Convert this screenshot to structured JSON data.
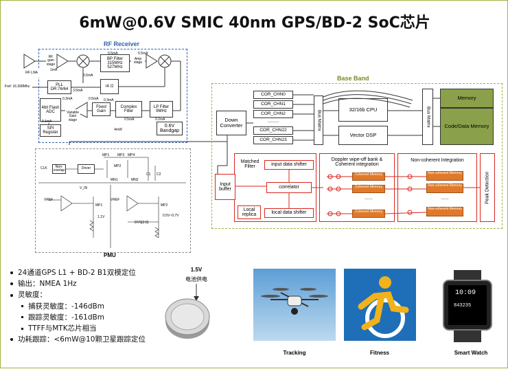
{
  "title": "6mW@0.6V SMIC 40nm GPS/BD-2 SoC芯片",
  "rf": {
    "label": "RF Receiver",
    "lna": "RF LNA",
    "rf_gain": "RF gain stage",
    "bp_filter": "BP Filter 315MHz 527MHz",
    "amp": "Amp stage",
    "pll": "PLL DR:76/64",
    "div": "/4 /2",
    "fref": "Fref: 16.368Mhz",
    "adc": "4bit Flash ADC",
    "vga": "Variable Gain stage",
    "fixed_gain": "Fixed Gain",
    "complex_filter": "Complex Filter",
    "lp_filter": "LP Filter 9MHz",
    "spi": "SPI Register",
    "bandgap": "0.6V Bandgap",
    "power": "4mW",
    "currents": [
      "1mA",
      "0.5mA",
      "0.5mA",
      "0.5mA",
      "3.5mA",
      "0.3mA",
      "0.5mA",
      "0.1mA",
      "0.2mA",
      "0.5mA",
      "0.3mA"
    ]
  },
  "pmu": {
    "label": "PMU",
    "blocks": [
      "Non-overlap",
      "Driver"
    ],
    "signals": [
      "CLK",
      "VREF",
      "VREF",
      "1.1V",
      "0.5V~0.7V",
      "DVS[3:0]",
      "V_IN",
      "C1",
      "C2",
      "MP1",
      "MP2",
      "MP3",
      "MP4",
      "MN1",
      "MN2",
      "MP1",
      "MP2"
    ]
  },
  "baseband": {
    "label": "Base Band",
    "down_converter": "Down Converter",
    "correlators": [
      "COR_CHN0",
      "COR_CHN1",
      "COR_CHN2",
      "..........",
      "COR_CHN22",
      "COR_CHN23"
    ],
    "bus_matrix_left": "Bus Matrix",
    "bus_matrix_right": "Bus Matrix",
    "cpu": "32/16b CPU",
    "dsp": "Vector DSP",
    "memory": "Memory",
    "code_memory": "Code/Data Memory",
    "input_buffer": "Input buffer",
    "matched_filter": "Matched Filter",
    "input_shifter": "input data shifter",
    "correlator": "correlator",
    "local_replica": "Local replica",
    "local_shifter": "local data shifter",
    "doppler": "Doppler wipe-off bank & Coherent integration",
    "coherent_mem": "Coherent Memory",
    "noncoherent": "Non-coherent Integration",
    "noncoherent_mem": "Non-coherent Memory",
    "peak": "Peak Detection",
    "ellipsis": "......."
  },
  "battery": {
    "voltage": "1.5V",
    "label": "电池供电"
  },
  "bullets": {
    "b1": "24通道GPS L1 + BD-2 B1双模定位",
    "b2": "输出：NMEA 1Hz",
    "b3": "灵敏度：",
    "s1": "捕获灵敏度：-146dBm",
    "s2": "跟踪灵敏度：-161dBm",
    "s3": "TTFF与MTK芯片相当",
    "b4": "功耗跟踪：<6mW@10颗卫星跟踪定位"
  },
  "apps": {
    "tracking": "Tracking",
    "fitness": "Fitness",
    "watch": "Smart Watch",
    "watch_time": "10:09",
    "watch_steps": "843235"
  },
  "colors": {
    "accent_green": "#9bb33a",
    "red": "#d9251c",
    "orange": "#e07a2a",
    "memory_green": "#8ba04a",
    "blue": "#2e5fa8"
  }
}
